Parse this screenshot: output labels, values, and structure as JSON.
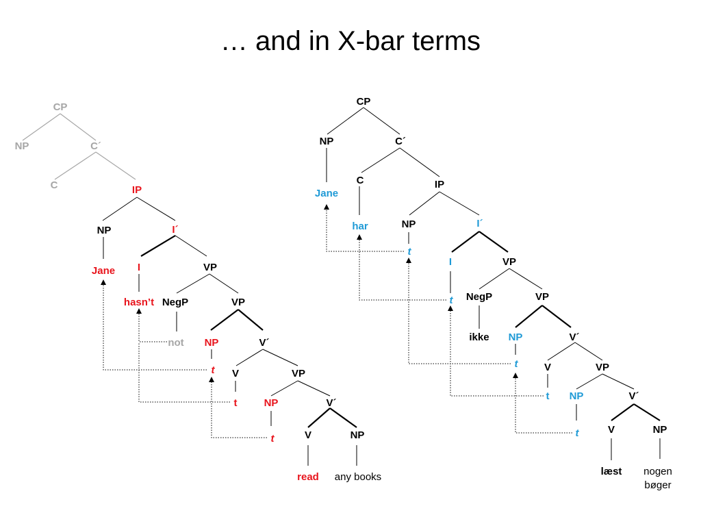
{
  "title": "… and in X-bar terms",
  "colors": {
    "black": "#000000",
    "gray": "#a6a6a6",
    "red": "#e8141c",
    "blue": "#1f9ad6"
  },
  "english_tree": {
    "cp": "CP",
    "np_spec_cp": "NP",
    "c_bar": "C´",
    "c": "C",
    "ip": "IP",
    "np_spec_ip": "NP",
    "i_bar": "I´",
    "jane": "Jane",
    "i": "I",
    "vp1": "VP",
    "hasnt": "hasn’t",
    "negp": "NegP",
    "vp2": "VP",
    "not": "not",
    "np_spec_vp2": "NP",
    "v_bar1": "V´",
    "t1": "t",
    "v_head1": "V",
    "vp3": "VP",
    "t2": "t",
    "np_spec_vp3": "NP",
    "v_bar2": "V´",
    "t3": "t",
    "v_head2": "V",
    "np_obj": "NP",
    "read": "read",
    "any_books": "any books"
  },
  "danish_tree": {
    "cp": "CP",
    "np_spec_cp": "NP",
    "c_bar": "C´",
    "jane": "Jane",
    "c": "C",
    "ip": "IP",
    "har": "har",
    "np_spec_ip": "NP",
    "i_bar": "I´",
    "t1": "t",
    "i": "I",
    "vp1": "VP",
    "t2": "t",
    "negp": "NegP",
    "vp2": "VP",
    "ikke": "ikke",
    "np_spec_vp2": "NP",
    "v_bar1": "V´",
    "t3": "t",
    "v_head1": "V",
    "vp3": "VP",
    "t4": "t",
    "np_spec_vp3": "NP",
    "v_bar2": "V´",
    "t5": "t",
    "v_head2": "V",
    "np_obj": "NP",
    "laest": "læst",
    "nogen": "nogen",
    "boger": "bøger"
  }
}
